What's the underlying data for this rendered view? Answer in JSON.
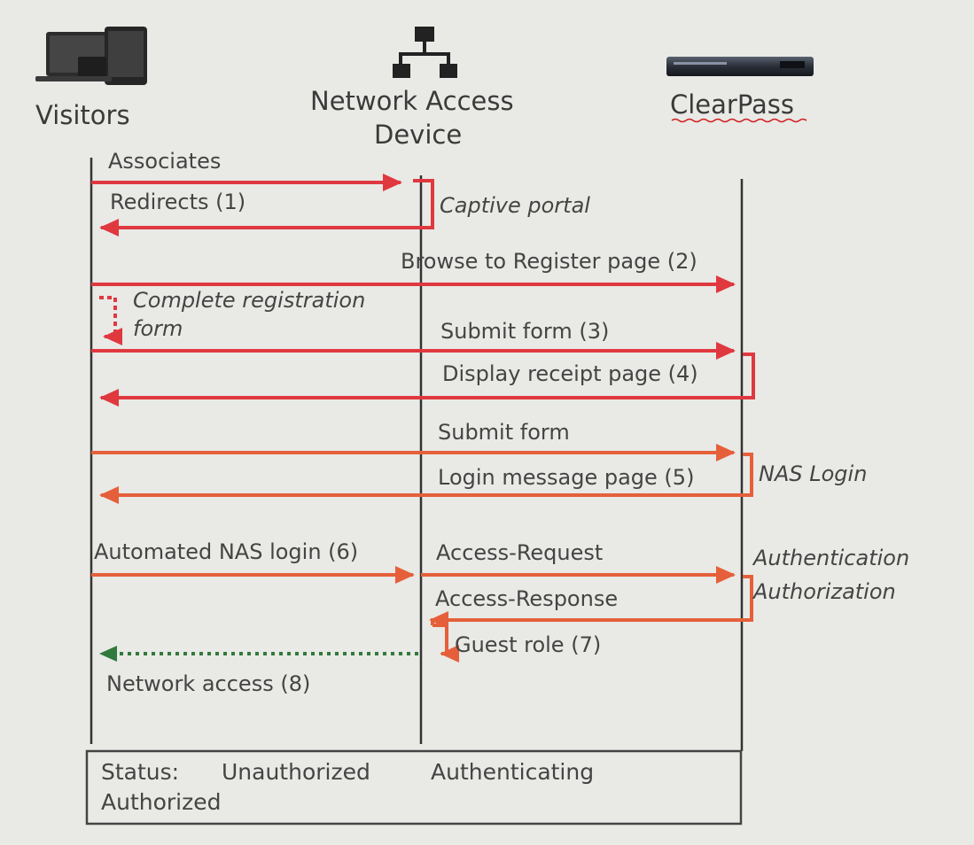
{
  "participants": {
    "visitors": "Visitors",
    "nad_line1": "Network Access",
    "nad_line2": "Device",
    "clearpass": "ClearPass"
  },
  "messages": {
    "associates": "Associates",
    "redirects": "Redirects (1)",
    "browse_register": "Browse to Register page (2)",
    "complete_reg_line1": "Complete registration",
    "complete_reg_line2": "form",
    "submit_form_3": "Submit form (3)",
    "display_receipt": "Display receipt page (4)",
    "submit_form": "Submit form",
    "login_message": "Login message page (5)",
    "automated_nas": "Automated NAS login (6)",
    "access_request": "Access-Request",
    "access_response": "Access-Response",
    "guest_role": "Guest role (7)",
    "network_access": "Network access (8)"
  },
  "notes": {
    "captive_portal": "Captive portal",
    "nas_login": "NAS Login",
    "authentication": "Authentication",
    "authorization": "Authorization"
  },
  "status_box": {
    "label": "Status:",
    "unauthorized": "Unauthorized",
    "authenticating": "Authenticating",
    "authorized": "Authorized"
  },
  "colors": {
    "arrow_red": "#e0383f",
    "arrow_orange": "#e5603a",
    "access_green": "#2f7a3c",
    "lifeline": "#333333"
  }
}
